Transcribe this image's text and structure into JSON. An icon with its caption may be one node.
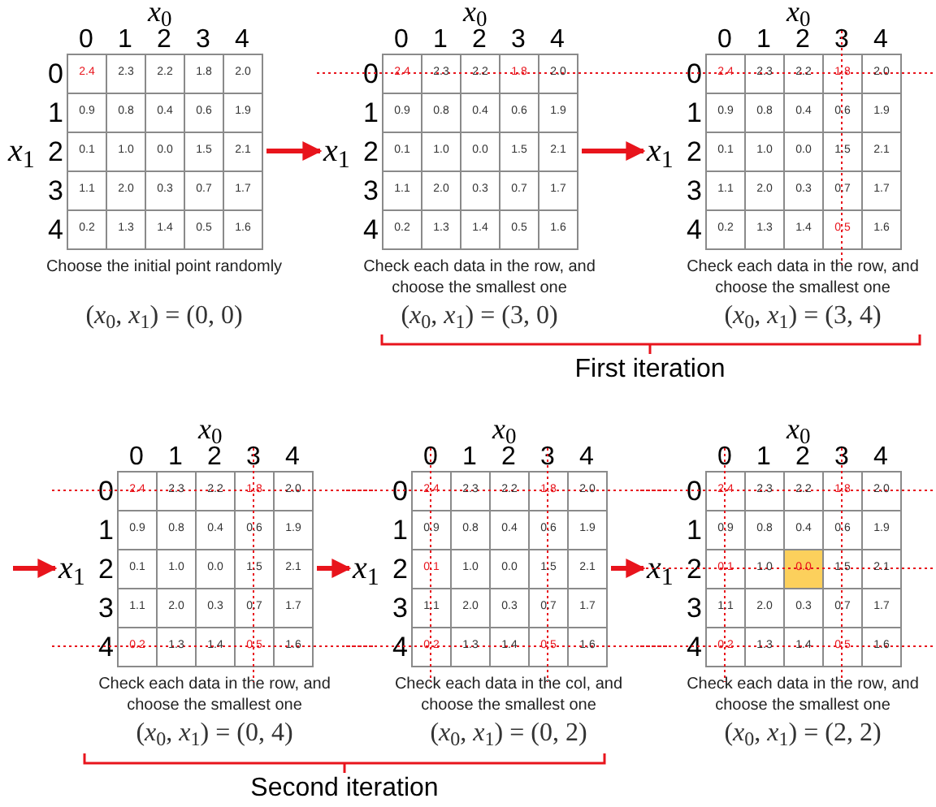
{
  "diagram": {
    "nodes": [
      {
        "text": [
          "*x*$_{0}$",
          "0",
          "1",
          "2",
          "3",
          "4",
          "*x*$_{1}$",
          "0",
          "2.4",
          "2.3",
          "2.2",
          "1.8",
          "2.0",
          "1",
          "0.9",
          "0.8",
          "0.4",
          "0.6",
          "1.9",
          "2",
          "0.1",
          "1.0",
          "0.0",
          "1.5",
          "2.1",
          "3",
          "1.1",
          "2.0",
          "0.3",
          "0.7",
          "1.7",
          "4",
          "0.2",
          "1.3",
          "1.4",
          "0.5",
          "1.6"
        ],
        "beside": [
          "Choose the initial point randomly",
          "(*x*$_{0}$, *x*$_{1}$) = (0, 0)"
        ]
      },
      {
        "text": [
          "*x*$_{0}$",
          "0",
          "1",
          "2",
          "3",
          "4",
          "*x*$_{1}$",
          "0",
          "2.4",
          "2.3",
          "2.2",
          "1.8",
          "2.0",
          "1",
          "0.9",
          "0.8",
          "0.4",
          "0.6",
          "1.9",
          "2",
          "0.1",
          "1.0",
          "0.0",
          "1.5",
          "2.1",
          "3",
          "1.1",
          "2.0",
          "0.3",
          "0.7",
          "1.7",
          "4",
          "0.2",
          "1.3",
          "1.4",
          "0.5",
          "1.6"
        ],
        "beside": [
          "Check each data in the row, and choose the smallest one",
          "(*x*$_{0}$, *x*$_{1}$) = (3, 0)"
        ]
      },
      {
        "text": [
          "*x*$_{0}$",
          "0",
          "1",
          "2",
          "3",
          "4",
          "*x*$_{1}$",
          "0",
          "2.4",
          "2.3",
          "2.2",
          "1.8",
          "2.0",
          "1",
          "0.9",
          "0.8",
          "0.4",
          "0.6",
          "1.9",
          "2",
          "0.1",
          "1.0",
          "0.0",
          "1.5",
          "2.1",
          "3",
          "1.1",
          "2.0",
          "0.3",
          "0.7",
          "1.7",
          "4",
          "0.2",
          "1.3",
          "1.4",
          "0.5",
          "1.6"
        ],
        "beside": [
          "Check each data in the row, and choose the smallest one",
          "(*x*$_{0}$, *x*$_{1}$) = (3, 4)"
        ]
      },
      {
        "text": [
          "*x*$_{0}$",
          "0",
          "1",
          "2",
          "3",
          "4",
          "*x*$_{1}$",
          "0",
          "2.4",
          "2.3",
          "2.2",
          "1.8",
          "2.0",
          "1",
          "0.9",
          "0.8",
          "0.4",
          "0.6",
          "1.9",
          "2",
          "0.1",
          "1.0",
          "0.0",
          "1.5",
          "2.1",
          "3",
          "1.1",
          "2.0",
          "0.3",
          "0.7",
          "1.7",
          "4",
          "0.2",
          "1.3",
          "1.4",
          "0.5",
          "1.6"
        ],
        "beside": [
          "Check each data in the row, and choose the smallest one",
          "(*x*$_{0}$, *x*$_{1}$) = (0, 4)"
        ]
      },
      {
        "text": [
          "*x*$_{0}$",
          "0",
          "1",
          "2",
          "3",
          "4",
          "*x*$_{1}$",
          "0",
          "2.4",
          "2.3",
          "2.2",
          "1.8",
          "2.0",
          "1",
          "0.9",
          "0.8",
          "0.4",
          "0.6",
          "1.9",
          "2",
          "0.1",
          "1.0",
          "0.0",
          "1.5",
          "2.1",
          "3",
          "1.1",
          "2.0",
          "0.3",
          "0.7",
          "1.7",
          "4",
          "0.2",
          "1.3",
          "1.4",
          "0.5",
          "1.6"
        ],
        "beside": [
          "Check each data in the col, and choose the smallest one",
          "(*x*$_{0}$, *x*$_{1}$) = (0, 2)"
        ]
      },
      {
        "text": [
          "*x*$_{0}$",
          "0",
          "1",
          "2",
          "3",
          "4",
          "*x*$_{1}$",
          "0",
          "2.4",
          "2.3",
          "2.2",
          "1.8",
          "2.0",
          "1",
          "0.9",
          "0.8",
          "0.4",
          "0.6",
          "1.9",
          "2",
          "0.1",
          "1.0",
          "0.0",
          "1.5",
          "2.1",
          "3",
          "1.1",
          "2.0",
          "0.3",
          "0.7",
          "1.7",
          "4",
          "0.2",
          "1.3",
          "1.4",
          "0.5",
          "1.6"
        ],
        "beside": [
          "Check each data in the row, and choose the smallest one",
          "(*x*$_{0}$, *x*$_{1}$) = (2, 2)"
        ]
      }
    ],
    "edges": [
      {
        "from": 0,
        "to": 1,
        "arrow": "to"
      },
      {
        "from": 1,
        "to": 2,
        "arrow": "to"
      },
      {
        "from": null,
        "to": 3,
        "arrow": "to"
      },
      {
        "from": 3,
        "to": 4,
        "arrow": "to"
      },
      {
        "from": 4,
        "to": 5,
        "arrow": "to"
      }
    ],
    "labels": [
      "First iteration",
      "Second iteration"
    ]
  }
}
